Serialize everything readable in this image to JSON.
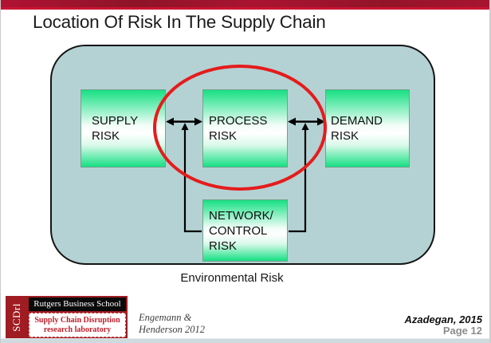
{
  "title": "Location Of Risk In The Supply Chain",
  "diagram": {
    "container_label": "Environmental Risk",
    "boxes": {
      "supply": {
        "lines": [
          "SUPPLY",
          "RISK"
        ]
      },
      "process": {
        "lines": [
          "PROCESS",
          "RISK"
        ]
      },
      "demand": {
        "lines": [
          "DEMAND",
          "RISK"
        ]
      },
      "network": {
        "lines": [
          "NETWORK/",
          "CONTROL",
          "RISK"
        ]
      }
    }
  },
  "footer": {
    "logo": {
      "side_text": "SCDrl",
      "school": "Rutgers Business School",
      "lab": [
        "Supply Chain Disruption",
        "research laboratory"
      ]
    },
    "citation": [
      "Engemann &",
      "Henderson 2012"
    ],
    "attribution": "Azadegan, 2015",
    "page_label": "Page 12"
  },
  "theme": {
    "topbar_line_red": "#c91433",
    "container_fill": "#b4d2d4",
    "box_green": "#16e083",
    "ellipse_red": "#e51c1c",
    "logo_red": "#9e1c22",
    "lab_text_red": "#c0202c",
    "page_gray": "#8c8c8c"
  }
}
